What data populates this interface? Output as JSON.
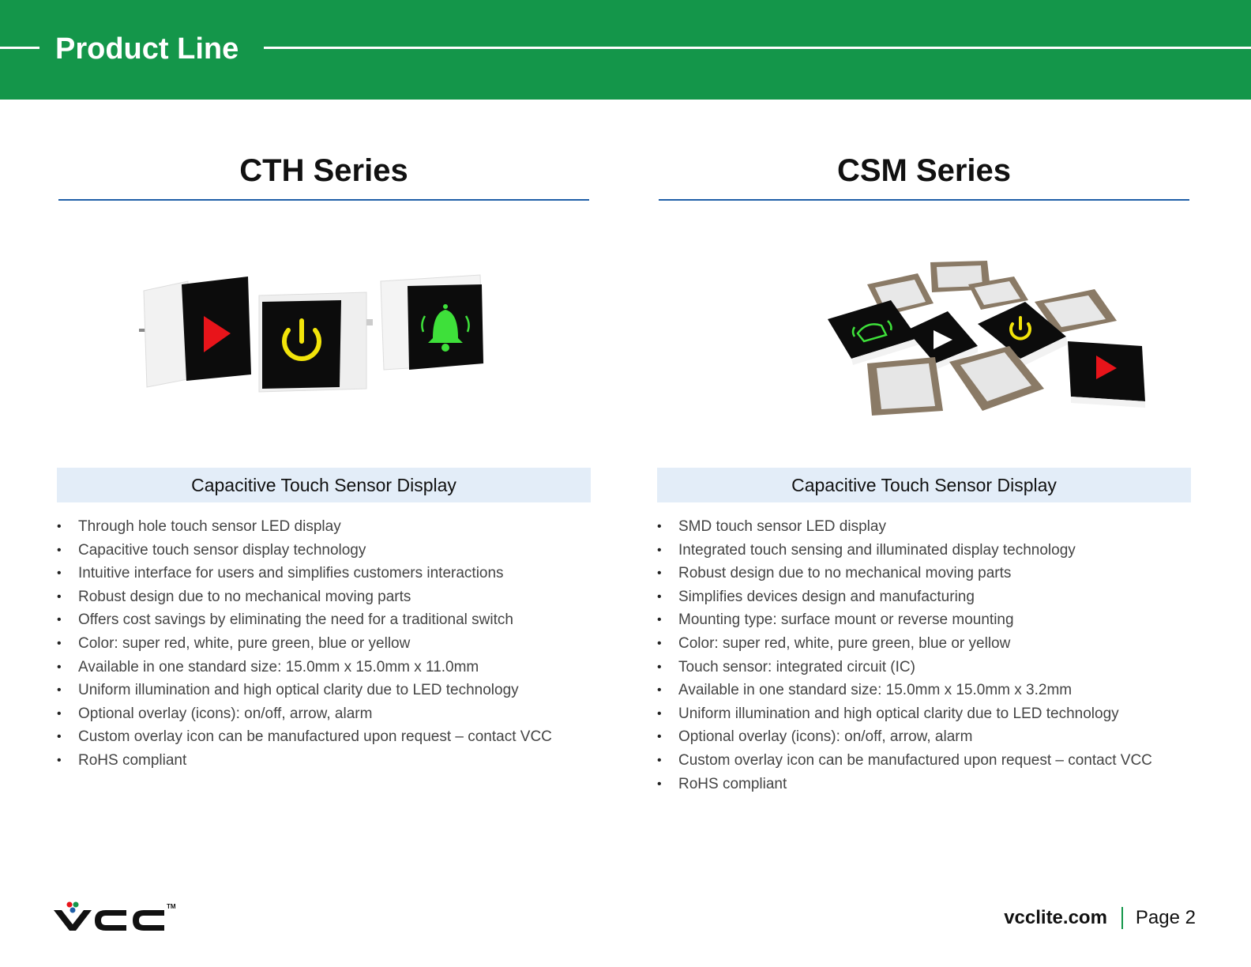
{
  "header": {
    "title": "Product Line"
  },
  "columns": [
    {
      "series_title": "CTH Series",
      "band_label": "Capacitive Touch Sensor Display",
      "bullets": [
        "Through hole touch sensor LED display",
        "Capacitive touch sensor display technology",
        "Intuitive interface for users and simplifies customers interactions",
        "Robust design due to no mechanical moving parts",
        "Offers cost savings by eliminating the need for a traditional switch",
        "Color: super red, white, pure green, blue or yellow",
        "Available in one standard size: 15.0mm x 15.0mm x 11.0mm",
        "Uniform illumination and high optical clarity due to LED technology",
        "Optional overlay (icons): on/off, arrow, alarm",
        "Custom overlay icon can be manufactured upon request – contact VCC",
        "RoHS compliant"
      ]
    },
    {
      "series_title": "CSM Series",
      "band_label": "Capacitive Touch Sensor Display",
      "bullets": [
        "SMD touch sensor LED display",
        "Integrated touch sensing and illuminated display technology",
        "Robust design due to no mechanical moving parts",
        "Simplifies devices design and manufacturing",
        "Mounting type: surface mount or reverse mounting",
        "Color: super red, white, pure green, blue or yellow",
        "Touch sensor: integrated circuit (IC)",
        "Available in one standard size: 15.0mm x 15.0mm x 3.2mm",
        "Uniform illumination and high optical clarity due to LED technology",
        "Optional overlay (icons): on/off, arrow, alarm",
        "Custom overlay icon can be manufactured upon request – contact VCC",
        "RoHS compliant"
      ]
    }
  ],
  "footer": {
    "logo_text": "VCC",
    "trademark": "TM",
    "website": "vcclite.com",
    "page_label": "Page 2"
  },
  "colors": {
    "brand_green": "#14964a",
    "rule_blue": "#1f5fa8",
    "band_blue": "#e3edf8"
  },
  "icons": [
    "play-arrow-icon",
    "power-icon",
    "alarm-bell-icon"
  ]
}
